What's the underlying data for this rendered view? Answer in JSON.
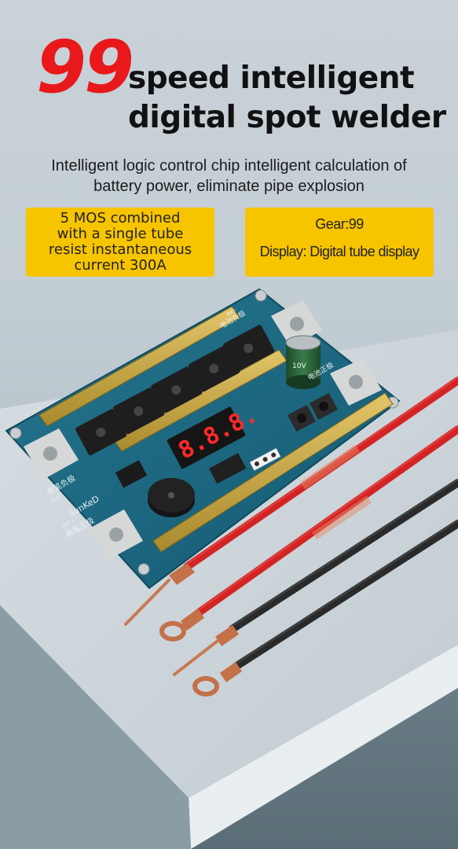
{
  "heading": {
    "number": "99",
    "line1": "speed intelligent",
    "line2": "digital spot welder"
  },
  "subtitle": {
    "line1": "Intelligent logic control chip intelligent calculation of",
    "line2": "battery power, eliminate pipe explosion"
  },
  "feature_left": {
    "lines": [
      "5 MOS combined",
      "with a single tube",
      "resist instantaneous",
      "current 300A"
    ]
  },
  "feature_right": {
    "gear": "Gear:99",
    "display": "Display: Digital tube display"
  },
  "board": {
    "display_readout": "8.8.8.",
    "brand": "SunKeD",
    "label_batt_neg": "电池负极",
    "label_batt_neg_tag": "BAT-",
    "label_batt_pos": "电池正极",
    "label_pen_neg": "表笔负极",
    "label_pen_neg_tag": "OUT-",
    "label_pen_pos": "表笔正极",
    "label_pen_pos_tag": "OUT+",
    "cap_text": "10V"
  },
  "colors": {
    "accent_red": "#e8181b",
    "feature_yellow": "#f7c400",
    "pcb_blue": "#1f6c86",
    "wire_red": "#e02a2a",
    "wire_black": "#2a2a2a",
    "copper": "#c8744a"
  }
}
